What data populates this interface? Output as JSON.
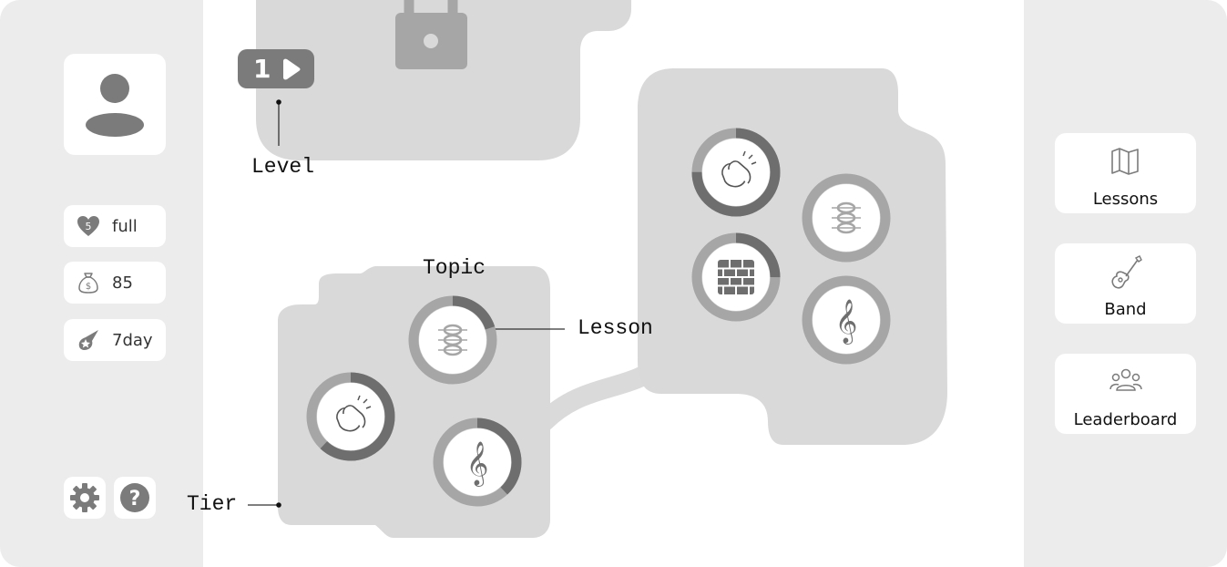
{
  "stats": {
    "hearts": {
      "icon": "heart-icon",
      "badge": "5",
      "value": "full"
    },
    "coins": {
      "icon": "money-bag-icon",
      "value": "85"
    },
    "streak": {
      "icon": "comet-star-icon",
      "value": "7day"
    }
  },
  "nav": {
    "lessons": {
      "icon": "map-icon",
      "label": "Lessons"
    },
    "band": {
      "icon": "guitar-icon",
      "label": "Band"
    },
    "leaderboard": {
      "icon": "people-group-icon",
      "label": "Leaderboard"
    }
  },
  "level": {
    "number": "1"
  },
  "annotations": {
    "level": "Level",
    "topic": "Topic",
    "lesson": "Lesson",
    "tier": "Tier"
  },
  "lessons": {
    "tier1": [
      {
        "icon": "chord-notes-icon",
        "progress": 0.2
      },
      {
        "icon": "clapping-hands-icon",
        "progress": 0.62
      },
      {
        "icon": "treble-clef-icon",
        "progress": 0.38
      }
    ],
    "tier2": [
      {
        "icon": "clapping-hands-icon",
        "progress": 0.75
      },
      {
        "icon": "chord-notes-icon",
        "progress": 0.0
      },
      {
        "icon": "brick-wall-icon",
        "progress": 0.25
      },
      {
        "icon": "treble-clef-icon",
        "progress": 0.0
      }
    ]
  },
  "colors": {
    "panel": "#ececec",
    "tier": "#d9d9d9",
    "ring_track": "#a6a6a6",
    "ring_fill": "#6e6e6e",
    "badge": "#7b7b7b"
  }
}
